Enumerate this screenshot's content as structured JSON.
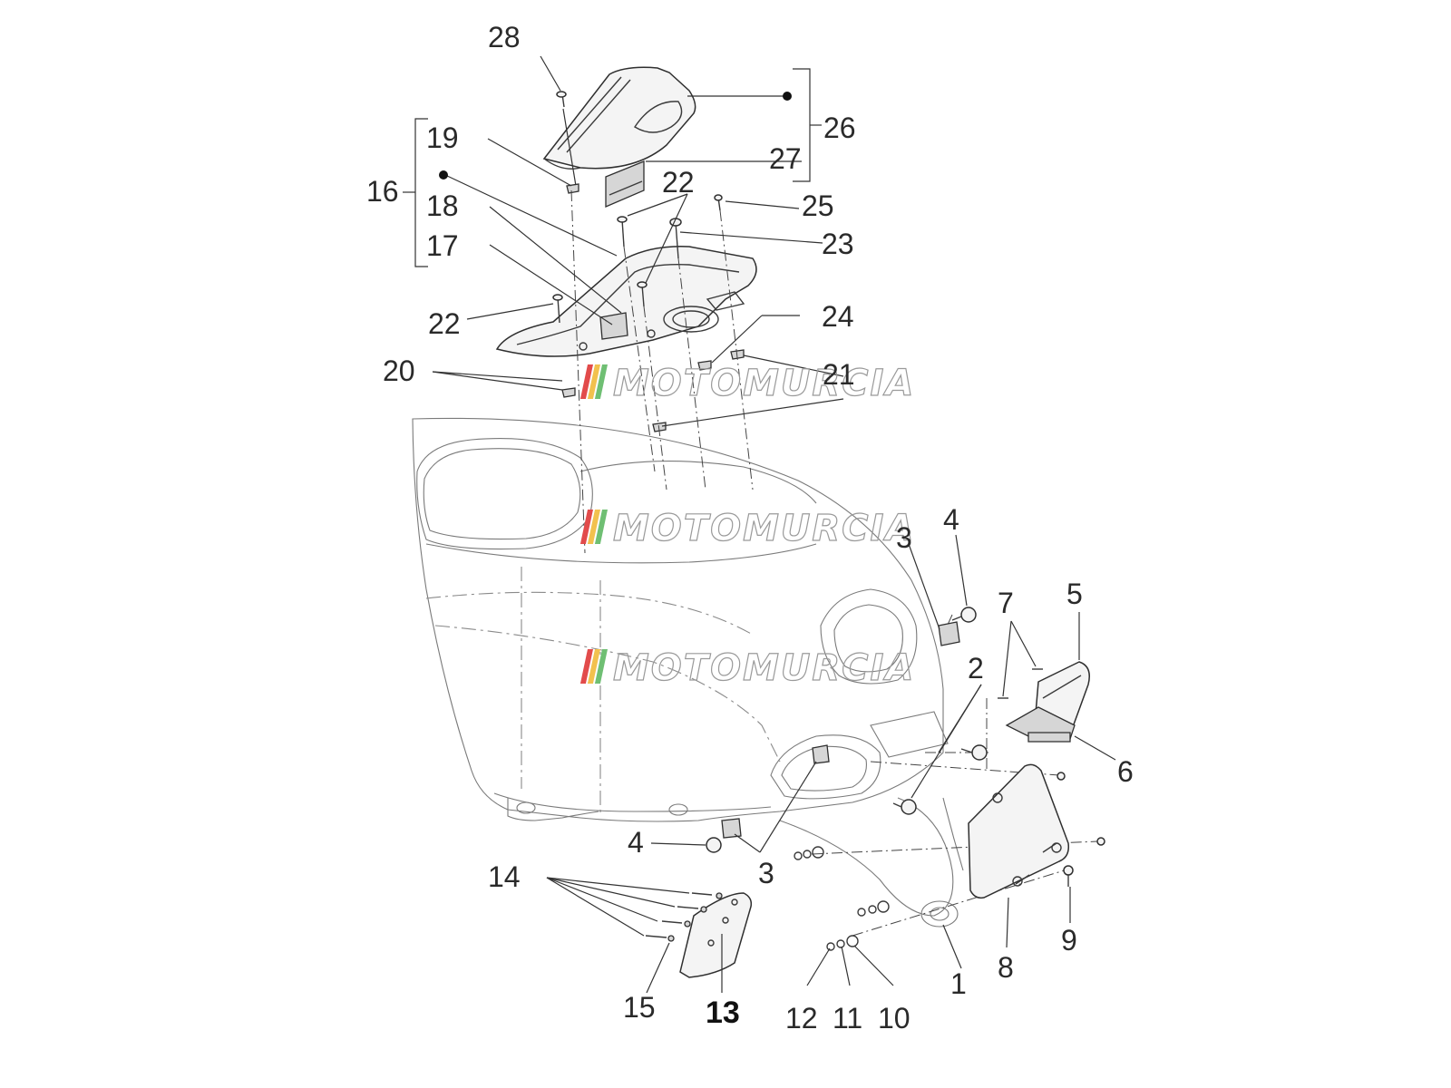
{
  "diagram": {
    "labels": {
      "l1": "1",
      "l2": "2",
      "l3a": "3",
      "l3b": "3",
      "l4a": "4",
      "l4b": "4",
      "l5": "5",
      "l6": "6",
      "l7": "7",
      "l8": "8",
      "l9": "9",
      "l10": "10",
      "l11": "11",
      "l12": "12",
      "l13": "13",
      "l14": "14",
      "l15": "15",
      "l16": "16",
      "l17": "17",
      "l18": "18",
      "l19": "19",
      "l20": "20",
      "l21": "21",
      "l22a": "22",
      "l22b": "22",
      "l23": "23",
      "l24": "24",
      "l25": "25",
      "l26": "26",
      "l27": "27",
      "l28": "28"
    },
    "watermark": {
      "text": "MOTOMURCIA",
      "stripe_colors": [
        "#e24b4b",
        "#f2c14e",
        "#6fbf73"
      ]
    }
  }
}
